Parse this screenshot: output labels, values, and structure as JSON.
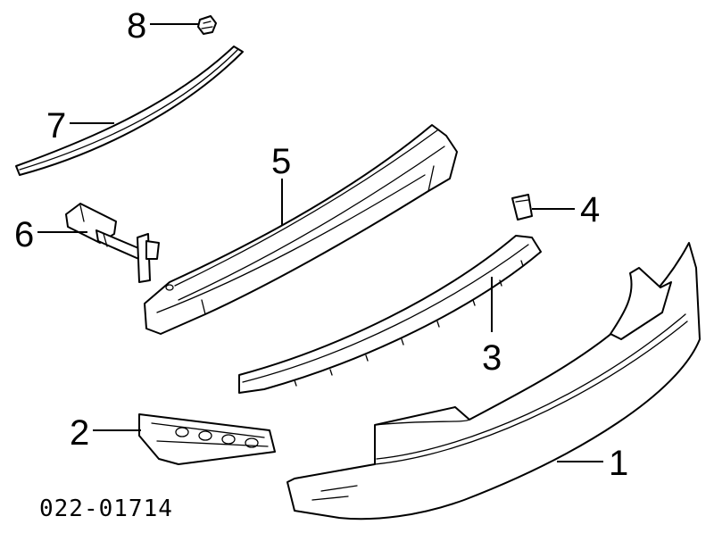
{
  "diagram_code": "022-01714",
  "callouts": [
    {
      "number": "1",
      "part": "bumper-cover"
    },
    {
      "number": "2",
      "part": "bracket"
    },
    {
      "number": "3",
      "part": "retainer-strip"
    },
    {
      "number": "4",
      "part": "clip"
    },
    {
      "number": "5",
      "part": "impact-bar"
    },
    {
      "number": "6",
      "part": "tow-hook-assembly"
    },
    {
      "number": "7",
      "part": "trim-strip"
    },
    {
      "number": "8",
      "part": "push-rivet"
    }
  ]
}
